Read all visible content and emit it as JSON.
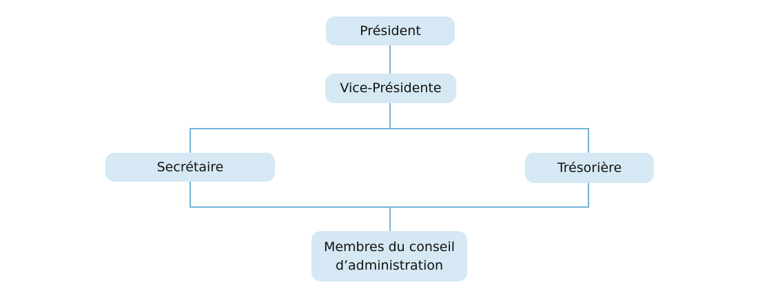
{
  "diagram": {
    "type": "org-chart",
    "language": "fr",
    "nodes": {
      "president": {
        "label": "Président"
      },
      "vice_presidente": {
        "label": "Vice-Présidente"
      },
      "secretaire": {
        "label": "Secrétaire"
      },
      "tresoriere": {
        "label": "Trésorière"
      },
      "membres": {
        "label": "Membres du conseil d’administration"
      }
    },
    "edges": [
      {
        "from": "president",
        "to": "vice_presidente"
      },
      {
        "from": "vice_presidente",
        "to": "secretaire"
      },
      {
        "from": "vice_presidente",
        "to": "tresoriere"
      },
      {
        "from": "secretaire",
        "to": "membres"
      },
      {
        "from": "tresoriere",
        "to": "membres"
      }
    ],
    "colors": {
      "node_fill": "#d5e8f3",
      "connector": "#70b3d9",
      "text": "#111111",
      "background": "#ffffff"
    }
  }
}
